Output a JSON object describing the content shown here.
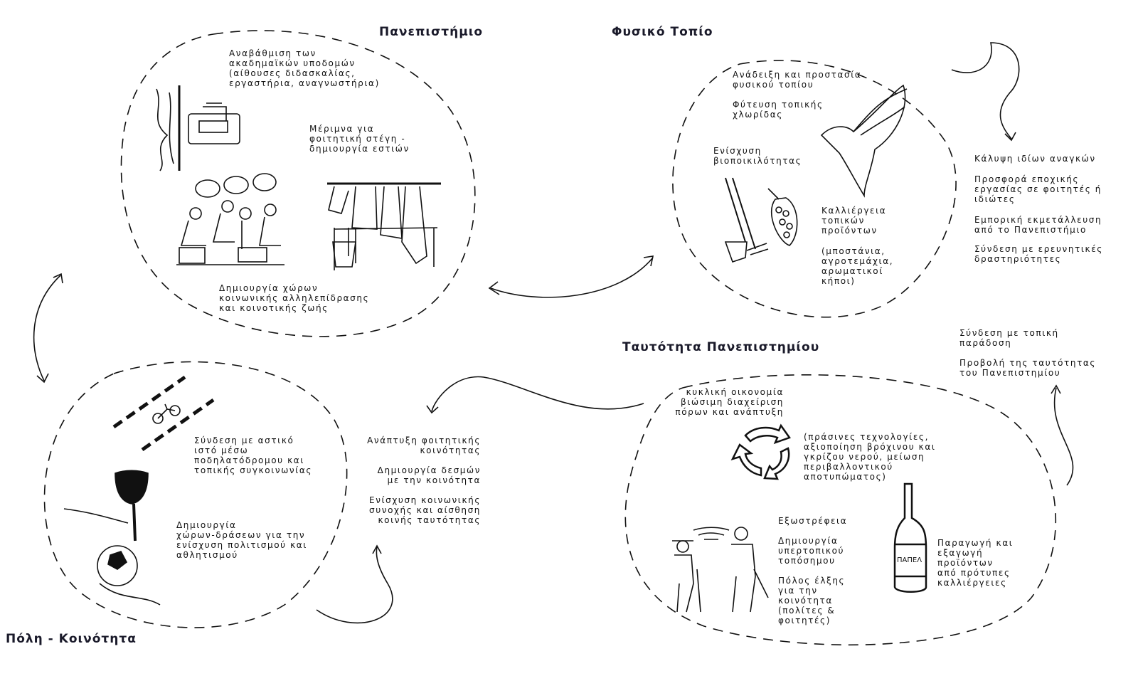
{
  "sections": {
    "university": {
      "title": "Πανεπιστήμιο",
      "items": [
        "Αναβάθμιση των\nακαδημαϊκών υποδομών\n(αίθουσες διδασκαλίας,\nεργαστήρια, αναγνωστήρια)",
        "Μέριμνα για\nφοιτητική στέγη -\nδημιουργία εστιών",
        "Δημιουργία χώρων\nκοινωνικής αλληλεπίδρασης\nκαι κοινοτικής ζωής"
      ]
    },
    "nature": {
      "title": "Φυσικό Τοπίο",
      "items": [
        "Ανάδειξη και προστασία\nφυσικού τοπίου",
        "Φύτευση τοπικής\nχλωρίδας",
        "Ενίσχυση\nβιοποικιλότητας",
        "Καλλιέργεια\nτοπικών\nπροϊόντων",
        "(μποστάνια,\nαγροτεμάχια,\nαρωματικοί\nκήποι)"
      ],
      "outside": [
        "Κάλυψη ιδίων αναγκών",
        "Προσφορά εποχικής\nεργασίας σε φοιτητές ή\nιδιώτες",
        "Εμπορική εκμετάλλευση\nαπό το Πανεπιστήμιο",
        "Σύνδεση με ερευνητικές\nδραστηριότητες"
      ]
    },
    "identity": {
      "title": "Ταυτότητα Πανεπιστημίου",
      "outside": [
        "Σύνδεση με τοπική\nπαράδοση",
        "Προβολή της ταυτότητας\nτου Πανεπιστημίου"
      ],
      "items": [
        "κυκλική οικονομία\nβιώσιμη διαχείριση\nπόρων και ανάπτυξη",
        "(πράσινες τεχνολογίες,\nαξιοποίηση βρόχινου και\nγκρίζου νερού, μείωση\nπεριβαλλοντικού\nαποτυπώματος)",
        "Εξωστρέφεια",
        "Δημιουργία\nυπερτοπικού\nτοπόσημου",
        "Πόλος έλξης\nγια την\nκοινότητα\n(πολίτες &\nφοιτητές)",
        "Παραγωγή και\nεξαγωγή\nπροϊόντων\nαπό πρότυπες\nκαλλιέργειες"
      ],
      "bottle_label": "ΠΑΠΕΛ"
    },
    "city": {
      "title": "Πόλη - Κοινότητα",
      "items": [
        "Σύνδεση με αστικό\nιστό μέσω\nποδηλατόδρομου και\nτοπικής συγκοινωνίας",
        "Δημιουργία\nχώρων-δράσεων για την\nενίσχυση πολιτισμού και\nαθλητισμού"
      ],
      "outside": [
        "Ανάπτυξη φοιτητικής\nκοινότητας",
        "Δημιουργία δεσμών\nμε την κοινότητα",
        "Ενίσχυση κοινωνικής\nσυνοχής και αίσθηση\nκοινής ταυτότητας"
      ]
    }
  }
}
